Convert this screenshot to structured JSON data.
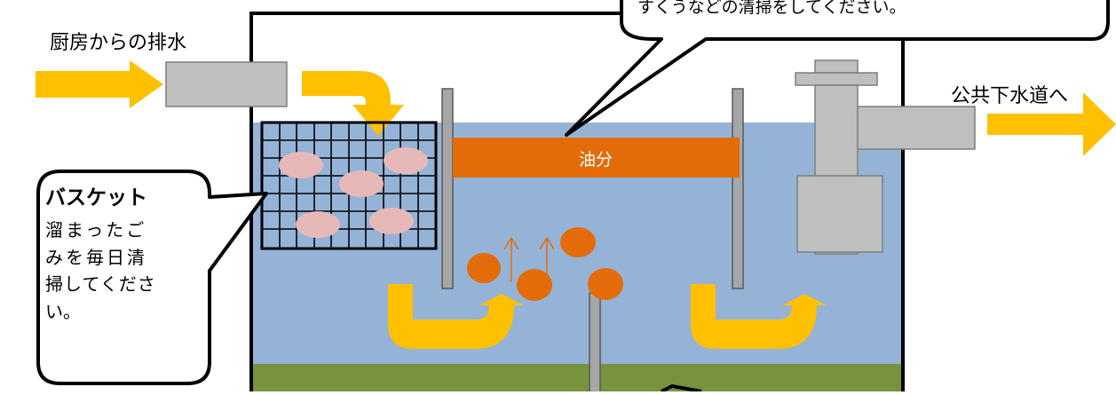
{
  "inlet_label": "厨房からの排水",
  "outlet_label": "公共下水道へ",
  "oil_label": "油分",
  "top_callout_text": "すくうなどの清掃をしてください。",
  "basket_callout": {
    "title": "バスケット",
    "lines": [
      "溜まったご",
      "みを毎日清",
      "掃してくださ",
      "い。"
    ]
  },
  "colors": {
    "water": "#95B3D7",
    "sludge": "#77933C",
    "oil": "#E36C09",
    "arrow": "#FFC000",
    "pipe": "#BFBFBF",
    "debris": "#E6B9B8",
    "tank_border": "#000000"
  }
}
